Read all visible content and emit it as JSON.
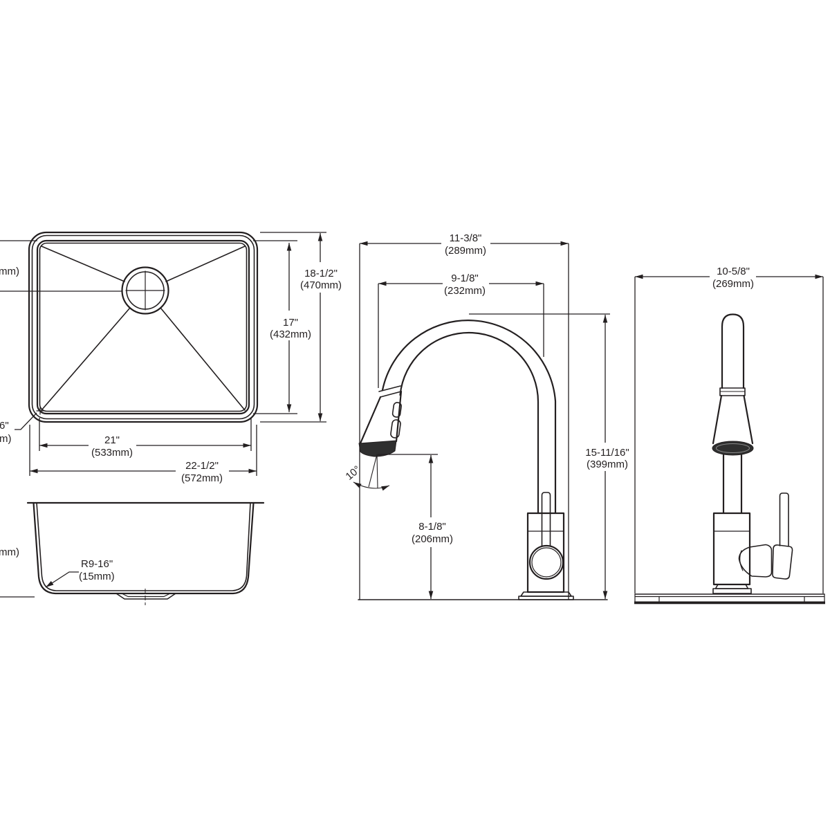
{
  "drawing": {
    "type": "plumbing-fixture-dimensional-drawing",
    "colors": {
      "ink": "#231f20",
      "background": "#ffffff",
      "aerator_fill": "#2f2f2f"
    }
  },
  "labels": {
    "sink_overall_width_in": "22-1/2\"",
    "sink_overall_width_mm": "(572mm)",
    "sink_inner_width_in": "21\"",
    "sink_inner_width_mm": "(533mm)",
    "sink_overall_depth_in": "18-1/2\"",
    "sink_overall_depth_mm": "(470mm)",
    "sink_inner_depth_in": "17\"",
    "sink_inner_depth_mm": "(432mm)",
    "sink_left_cutoff": "mm)",
    "sink_corner_cutoff_line1": "6\"",
    "sink_corner_cutoff_line2": "m)",
    "side_left_cutoff": "mm)",
    "side_corner_radius_in": "R9-16\"",
    "side_corner_radius_mm": "(15mm)",
    "faucet_overall_width_in": "11-3/8\"",
    "faucet_overall_width_mm": "(289mm)",
    "faucet_spout_reach_in": "9-1/8\"",
    "faucet_spout_reach_mm": "(232mm)",
    "faucet_overall_height_in": "15-11/16\"",
    "faucet_overall_height_mm": "(399mm)",
    "faucet_aerator_height_in": "8-1/8\"",
    "faucet_aerator_height_mm": "(206mm)",
    "faucet_spray_angle": "10°",
    "faucet_depth_in": "10-5/8\"",
    "faucet_depth_mm": "(269mm)"
  }
}
